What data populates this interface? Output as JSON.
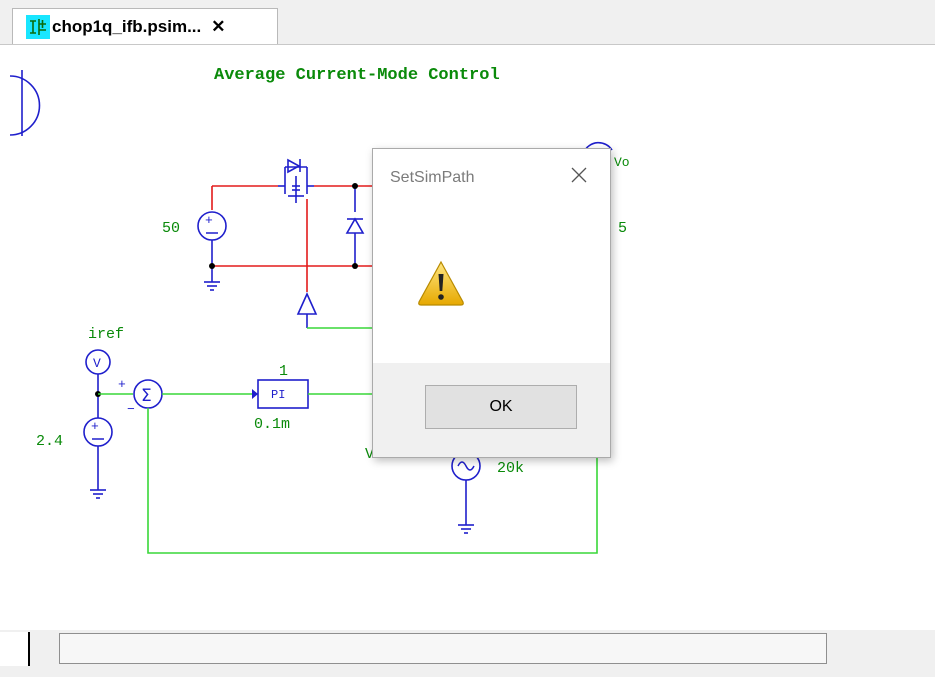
{
  "tab": {
    "title": "chop1q_ifb.psim...",
    "close_glyph": "✕",
    "icon": "psim-schematic-icon"
  },
  "schematic": {
    "title": "Average Current-Mode Control",
    "labels": {
      "dc_source_value": "50",
      "output_label": "Vo",
      "output_value": "5",
      "ref_label": "iref",
      "ref_source_value": "2.4",
      "pi_label": "PI",
      "pi_gain": "1",
      "pi_time": "0.1m",
      "carrier_freq": "20k",
      "voltmeter": "V",
      "plus": "+",
      "minus": "−",
      "partial_v": "V"
    },
    "colors": {
      "wire_green": "#39d739",
      "wire_red": "#e31b1b",
      "component_blue": "#1f1fcc",
      "label_green": "#0a8a0a"
    }
  },
  "dialog": {
    "title": "SetSimPath",
    "close_glyph": "×",
    "icon": "warning-icon",
    "ok_label": "OK"
  },
  "scrollbar": {
    "orientation": "horizontal"
  }
}
